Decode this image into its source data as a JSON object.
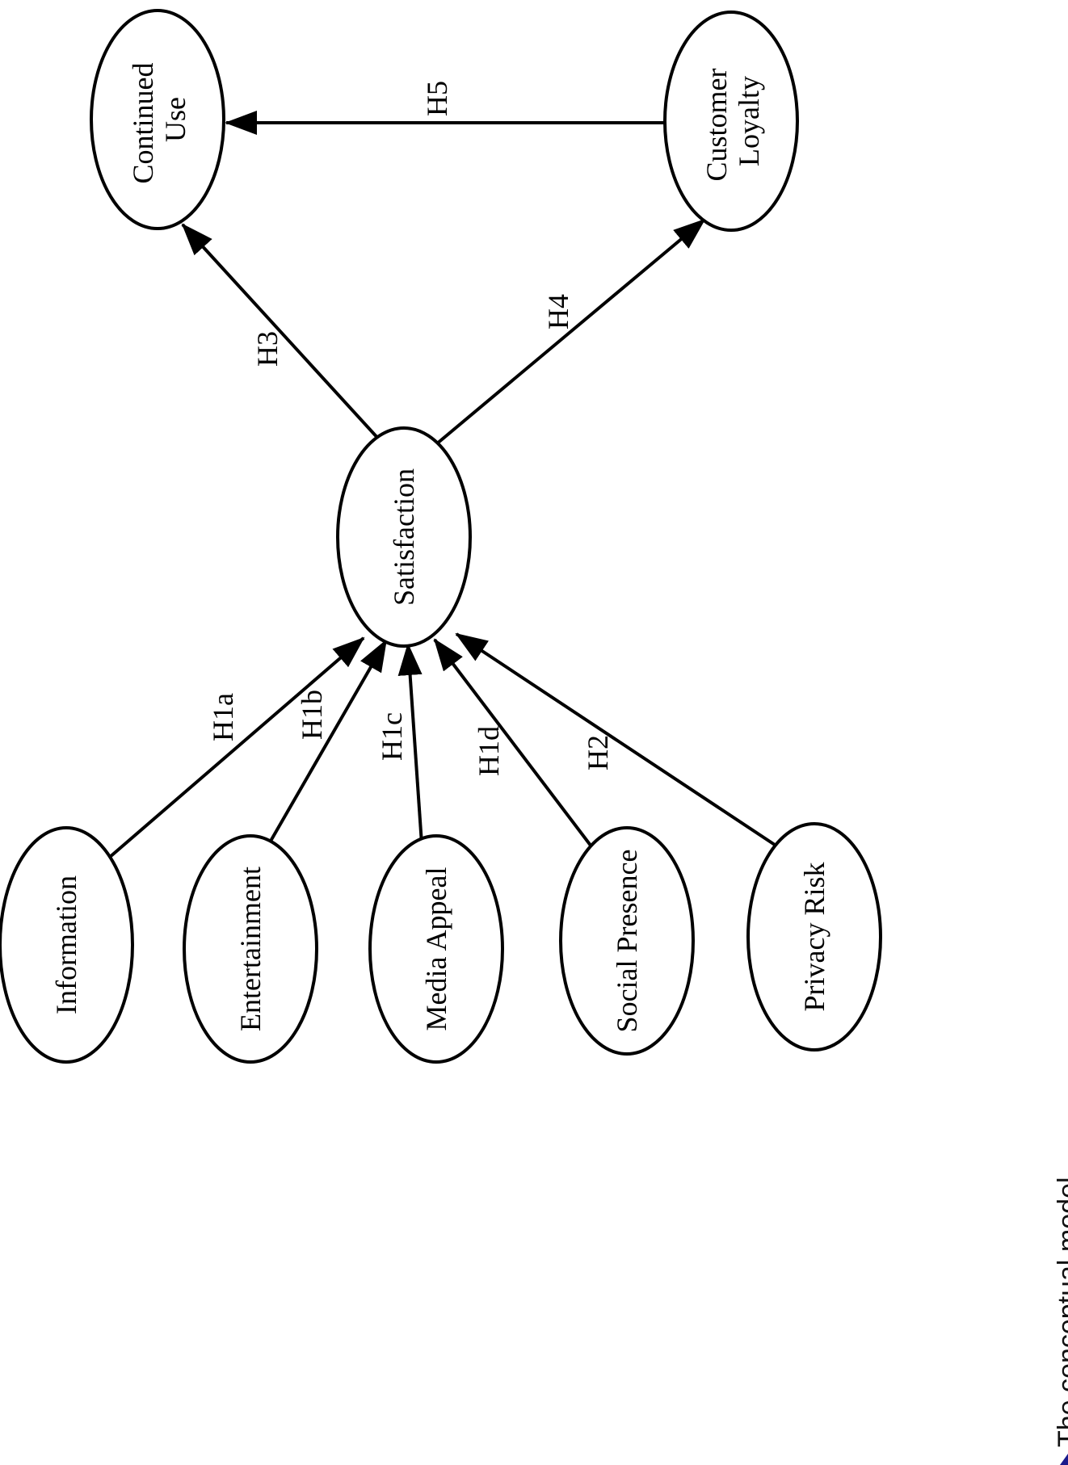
{
  "nodes": {
    "continued_use": [
      "Continued",
      "Use"
    ],
    "customer_loyalty": [
      "Customer",
      "Loyalty"
    ],
    "satisfaction": "Satisfaction",
    "information": "Information",
    "entertainment": "Entertainment",
    "media_appeal": "Media Appeal",
    "social_presence": "Social Presence",
    "privacy_risk": "Privacy Risk"
  },
  "edges": {
    "h1a": "H1a",
    "h1b": "H1b",
    "h1c": "H1c",
    "h1d": "H1d",
    "h2": "H2",
    "h3": "H3",
    "h4": "H4",
    "h5": "H5"
  },
  "caption": "The conceptual model",
  "colors": {
    "icon": "#1a1a8c"
  }
}
